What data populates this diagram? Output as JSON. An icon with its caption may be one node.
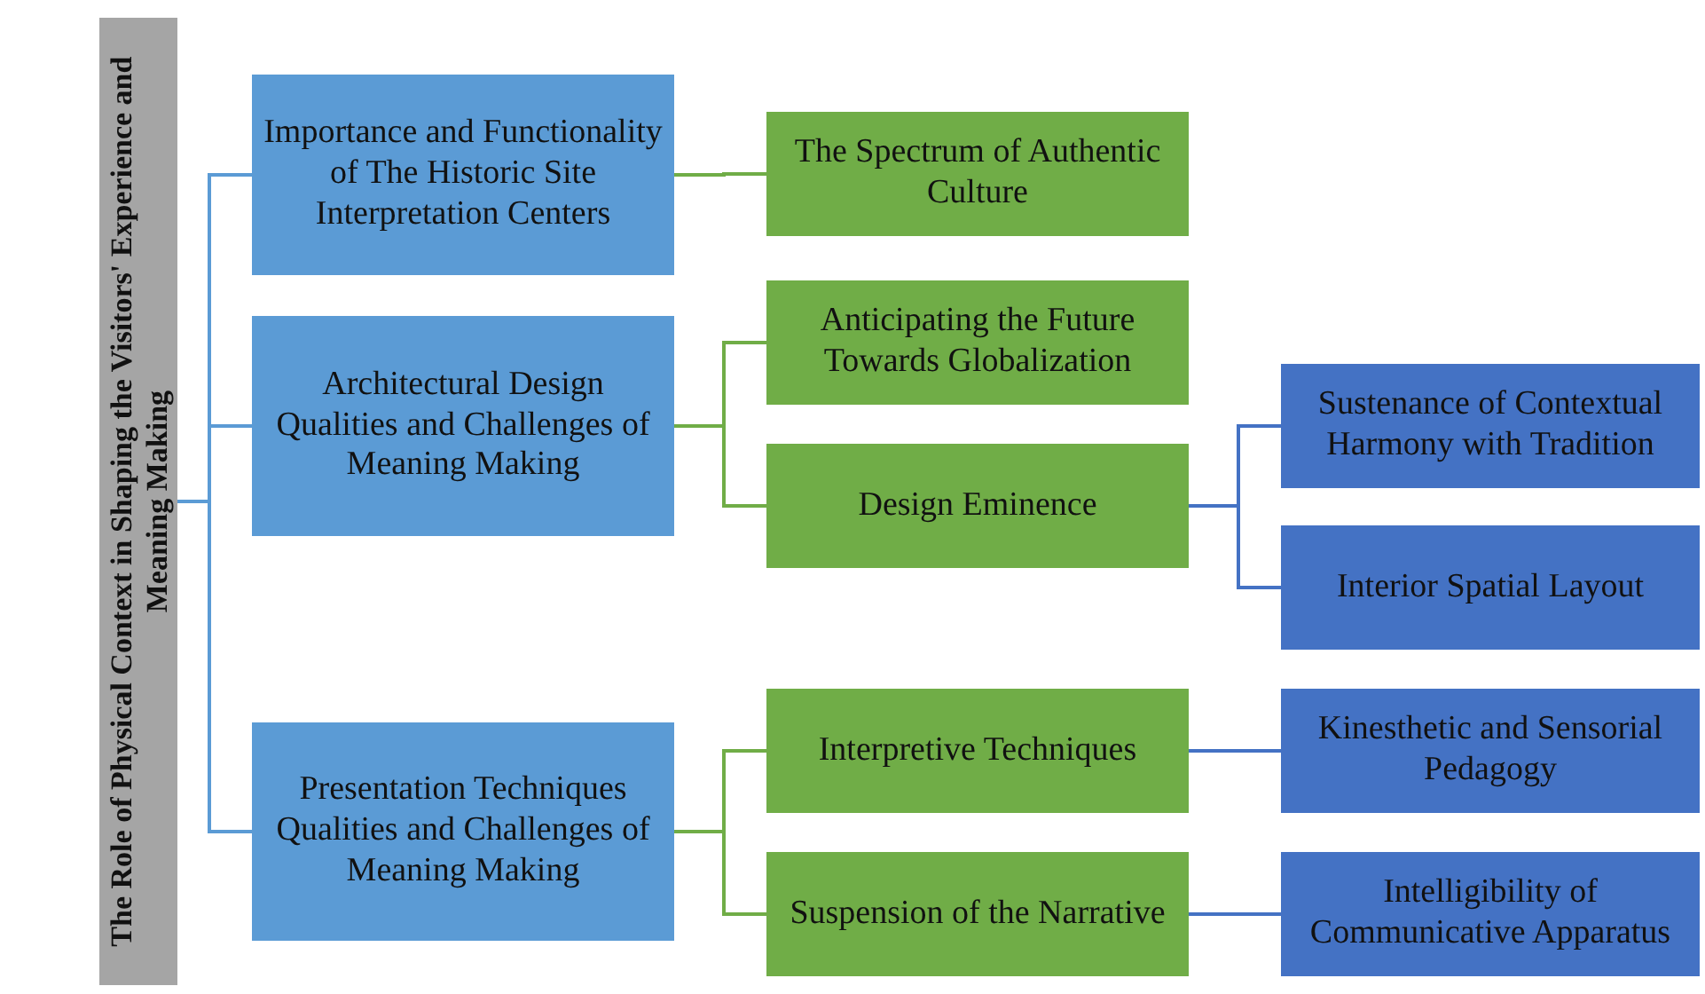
{
  "diagram": {
    "nodes": [
      {
        "text": [
          "The Role of Physical Context in Shaping the Visitors' Experience and Meaning Making"
        ]
      },
      {
        "text": [
          "Importance and Functionality of The Historic Site Interpretation Centers"
        ]
      },
      {
        "text": [
          "The Spectrum of Authentic Culture"
        ]
      },
      {
        "text": [
          "Architectural Design Qualities and Challenges of Meaning Making"
        ]
      },
      {
        "text": [
          "Anticipating the Future Towards Globalization"
        ]
      },
      {
        "text": [
          "Design Eminence"
        ]
      },
      {
        "text": [
          "Sustenance of Contextual Harmony with Tradition"
        ]
      },
      {
        "text": [
          "Interior Spatial Layout"
        ]
      },
      {
        "text": [
          "Presentation Techniques Qualities and Challenges of Meaning Making"
        ]
      },
      {
        "text": [
          "Interpretive Techniques"
        ]
      },
      {
        "text": [
          "Kinesthetic and Sensorial Pedagogy"
        ]
      },
      {
        "text": [
          "Suspension of the Narrative"
        ]
      },
      {
        "text": [
          "Intelligibility of Communicative Apparatus"
        ]
      }
    ],
    "edges": [
      {
        "from": 0,
        "to": 1,
        "arrow": "none",
        "color": "#5b9bd5"
      },
      {
        "from": 0,
        "to": 3,
        "arrow": "none",
        "color": "#5b9bd5"
      },
      {
        "from": 0,
        "to": 8,
        "arrow": "none",
        "color": "#5b9bd5"
      },
      {
        "from": 1,
        "to": 2,
        "arrow": "none"
      },
      {
        "from": 3,
        "to": 4,
        "arrow": "none"
      },
      {
        "from": 3,
        "to": 5,
        "arrow": "none"
      },
      {
        "from": 5,
        "to": 6,
        "arrow": "none",
        "color": "#4472c4"
      },
      {
        "from": 5,
        "to": 7,
        "arrow": "none",
        "color": "#4472c4"
      },
      {
        "from": 8,
        "to": 9,
        "arrow": "none"
      },
      {
        "from": 8,
        "to": 11,
        "arrow": "none"
      },
      {
        "from": 9,
        "to": 10,
        "arrow": "none",
        "color": "#4472c4"
      },
      {
        "from": 11,
        "to": 12,
        "arrow": "none",
        "color": "#4472c4"
      }
    ]
  }
}
